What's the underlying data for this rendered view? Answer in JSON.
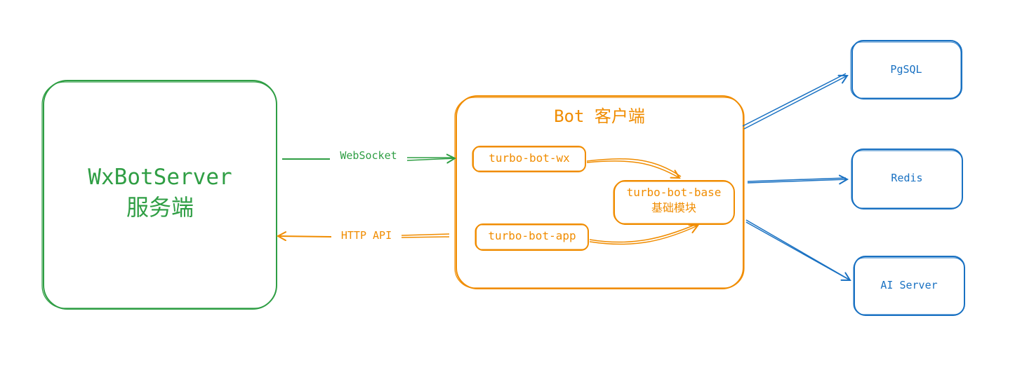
{
  "colors": {
    "server": "#2f9e44",
    "client": "#f08c00",
    "infra": "#1971c2",
    "background": "#ffffff"
  },
  "nodes": {
    "server": {
      "title": "WxBotServer",
      "subtitle": "服务端"
    },
    "client": {
      "title": "Bot 客户端",
      "modules": {
        "wx": {
          "label": "turbo-bot-wx"
        },
        "app": {
          "label": "turbo-bot-app"
        },
        "base": {
          "label": "turbo-bot-base",
          "sublabel": "基础模块"
        }
      }
    },
    "pgsql": {
      "label": "PgSQL"
    },
    "redis": {
      "label": "Redis"
    },
    "ai": {
      "label": "AI Server"
    }
  },
  "edges": [
    {
      "id": "websocket",
      "from": "server",
      "to": "client",
      "label": "WebSocket"
    },
    {
      "id": "http",
      "from": "client",
      "to": "server",
      "label": "HTTP API"
    },
    {
      "id": "wx-base",
      "from": "wx",
      "to": "base",
      "label": ""
    },
    {
      "id": "app-base",
      "from": "app",
      "to": "base",
      "label": ""
    },
    {
      "id": "client-pgsql",
      "from": "client",
      "to": "pgsql",
      "label": ""
    },
    {
      "id": "client-redis",
      "from": "client",
      "to": "redis",
      "label": ""
    },
    {
      "id": "client-ai",
      "from": "client",
      "to": "ai",
      "label": ""
    }
  ]
}
